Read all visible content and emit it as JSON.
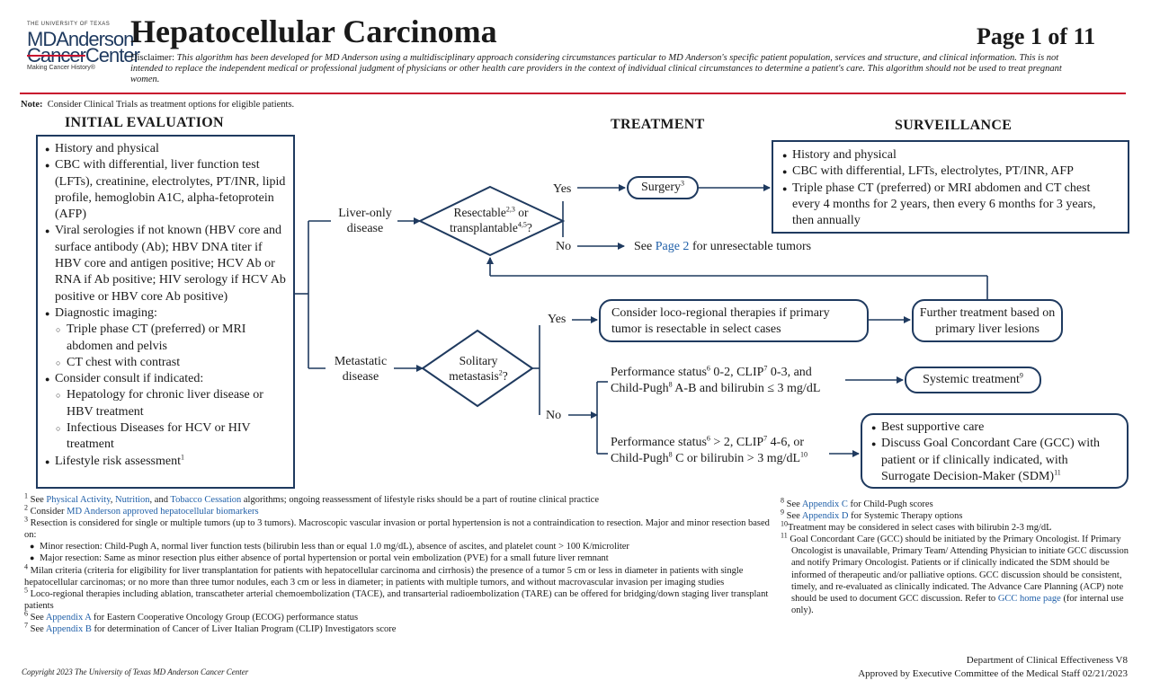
{
  "header": {
    "logo_top": "THE UNIVERSITY OF TEXAS",
    "logo_line1": "MDAnderson",
    "logo_line2a": "Cancer",
    "logo_line2b": "Center",
    "logo_tagline": "Making Cancer History®",
    "title": "Hepatocellular Carcinoma",
    "page_number": "Page 1 of 11",
    "disclaimer_label": "Disclaimer:",
    "disclaimer_text": "This algorithm has been developed for MD Anderson using a multidisciplinary approach considering circumstances particular to MD Anderson's specific patient population, services and structure, and clinical information. This is not intended to replace the independent medical or professional judgment of physicians or other health care providers in the context of individual clinical circumstances to determine a patient's care. This algorithm should not be used to treat pregnant women.",
    "colors": {
      "accent_red": "#c8102e",
      "navy": "#1f3a5f",
      "link": "#1f5fa8"
    }
  },
  "note": {
    "label": "Note:",
    "text": "Consider Clinical Trials as treatment options for eligible patients."
  },
  "sections": {
    "initial": "INITIAL EVALUATION",
    "treatment": "TREATMENT",
    "surveillance": "SURVEILLANCE"
  },
  "initial_eval": {
    "i1": "History and physical",
    "i2": "CBC with differential, liver function test (LFTs), creatinine, electrolytes, PT/INR, lipid profile, hemoglobin A1C, alpha-fetoprotein (AFP)",
    "i3": "Viral serologies if not known (HBV core and surface antibody (Ab); HBV DNA titer if HBV core and antigen positive; HCV Ab or RNA if Ab positive; HIV serology if HCV Ab positive or HBV core Ab positive)",
    "i4": "Diagnostic imaging:",
    "i4a": "Triple phase CT (preferred) or MRI abdomen and pelvis",
    "i4b": "CT chest with contrast",
    "i5": "Consider consult if indicated:",
    "i5a": "Hepatology for chronic liver disease or HBV treatment",
    "i5b": "Infectious Diseases for HCV or HIV treatment",
    "i6": "Lifestyle risk assessment",
    "i6_sup": "1"
  },
  "flow": {
    "liver_only": "Liver-only disease",
    "metastatic": "Metastatic disease",
    "decision1_a": "Resectable",
    "decision1_sup1": "2,3",
    "decision1_b": " or",
    "decision1_c": "transplantable",
    "decision1_sup2": "4,5",
    "decision1_d": "?",
    "decision2_a": "Solitary",
    "decision2_b": "metastasis",
    "decision2_sup": "2",
    "decision2_c": "?",
    "yes": "Yes",
    "no": "No",
    "surgery": "Surgery",
    "surgery_sup": "3",
    "see": "See ",
    "page2_link": "Page 2",
    "unresectable_rest": " for unresectable tumors",
    "loco_regional": "Consider loco-regional therapies if primary tumor is resectable in select cases",
    "further_treatment": "Further treatment based on primary liver lesions",
    "ps1_a": "Performance status",
    "ps1_sup1": "6",
    "ps1_b": " 0-2, CLIP",
    "ps1_sup2": "7",
    "ps1_c": " 0-3, and",
    "ps1_d": "Child-Pugh",
    "ps1_sup3": "8",
    "ps1_e": " A-B and bilirubin ≤ 3 mg/dL",
    "systemic": "Systemic treatment",
    "systemic_sup": "9",
    "ps2_a": "Performance status",
    "ps2_sup1": "6",
    "ps2_b": " > 2, CLIP",
    "ps2_sup2": "7",
    "ps2_c": " 4-6, or",
    "ps2_d": "Child-Pugh",
    "ps2_sup3": "8",
    "ps2_e": " C or bilirubin > 3 mg/dL",
    "ps2_sup4": "10",
    "bsc1": "Best supportive care",
    "bsc2": "Discuss Goal Concordant Care (GCC) with patient or if clinically indicated, with Surrogate Decision-Maker (SDM)",
    "bsc2_sup": "11"
  },
  "surveillance": {
    "s1": "History and physical",
    "s2": "CBC with differential, LFTs, electrolytes, PT/INR, AFP",
    "s3": "Triple phase CT (preferred) or MRI abdomen and CT chest every 4 months for 2 years, then every 6 months for 3 years, then annually"
  },
  "footnotes_left": {
    "f1_sup": "1",
    "f1_a": " See ",
    "f1_l1": "Physical Activity",
    "f1_b": ", ",
    "f1_l2": "Nutrition",
    "f1_c": ", and ",
    "f1_l3": "Tobacco Cessation",
    "f1_d": " algorithms; ongoing reassessment of lifestyle risks should be a part of routine clinical practice",
    "f2_sup": "2",
    "f2_a": " Consider ",
    "f2_l1": "MD Anderson approved hepatocellular biomarkers",
    "f3_sup": "3",
    "f3_a": " Resection is considered for single or multiple tumors (up to 3 tumors). Macroscopic vascular invasion or portal hypertension is not a contraindication to resection. Major and minor resection based on:",
    "f3_b": "Minor resection: Child-Pugh A, normal liver function tests (bilirubin less than or equal 1.0 mg/dL), absence of ascites, and platelet count > 100 K/microliter",
    "f3_c": "Major resection: Same as minor resection plus either absence of portal hypertension or portal vein embolization (PVE) for a small future liver remnant",
    "f4_sup": "4",
    "f4_a": " Milan criteria (criteria for eligibility for liver transplantation for patients with hepatocellular carcinoma and cirrhosis) the presence of a tumor 5 cm or less in diameter in patients with single hepatocellular carcinomas; or no more than three tumor nodules, each 3 cm or less in diameter; in patients with multiple tumors, and without macrovascular invasion per imaging studies",
    "f5_sup": "5",
    "f5_a": " Loco-regional therapies including ablation, transcatheter arterial chemoembolization (TACE), and transarterial radioembolization (TARE) can be offered for bridging/down staging liver transplant patients",
    "f6_sup": "6",
    "f6_a": " See ",
    "f6_l1": "Appendix A",
    "f6_b": " for Eastern Cooperative Oncology Group (ECOG) performance status",
    "f7_sup": "7",
    "f7_a": " See ",
    "f7_l1": "Appendix B",
    "f7_b": " for determination of Cancer of Liver Italian Program (CLIP) Investigators score",
    "copyright": "Copyright 2023 The University of Texas MD Anderson Cancer Center"
  },
  "footnotes_right": {
    "f8_sup": "8",
    "f8_a": " See ",
    "f8_l1": "Appendix C",
    "f8_b": " for Child-Pugh scores",
    "f9_sup": "9",
    "f9_a": " See ",
    "f9_l1": "Appendix D",
    "f9_b": " for Systemic Therapy options",
    "f10_sup": "10",
    "f10_a": "Treatment may be considered in select cases with bilirubin 2-3 mg/dL",
    "f11_sup": "11",
    "f11_a": " Goal Concordant Care (GCC) should be initiated by the Primary Oncologist. If Primary Oncologist is unavailable, Primary Team/ Attending Physician to initiate GCC discussion and notify Primary Oncologist. Patients or if clinically indicated the SDM should be informed of therapeutic and/or palliative options. GCC discussion should be consistent, timely, and re-evaluated as clinically indicated. The Advance Care Planning (ACP) note should be used to document GCC discussion. Refer to ",
    "f11_l1": "GCC home page",
    "f11_b": " (for internal use only).",
    "dept": "Department of Clinical Effectiveness V8",
    "approved": "Approved by Executive Committee of the Medical Staff 02/21/2023"
  }
}
